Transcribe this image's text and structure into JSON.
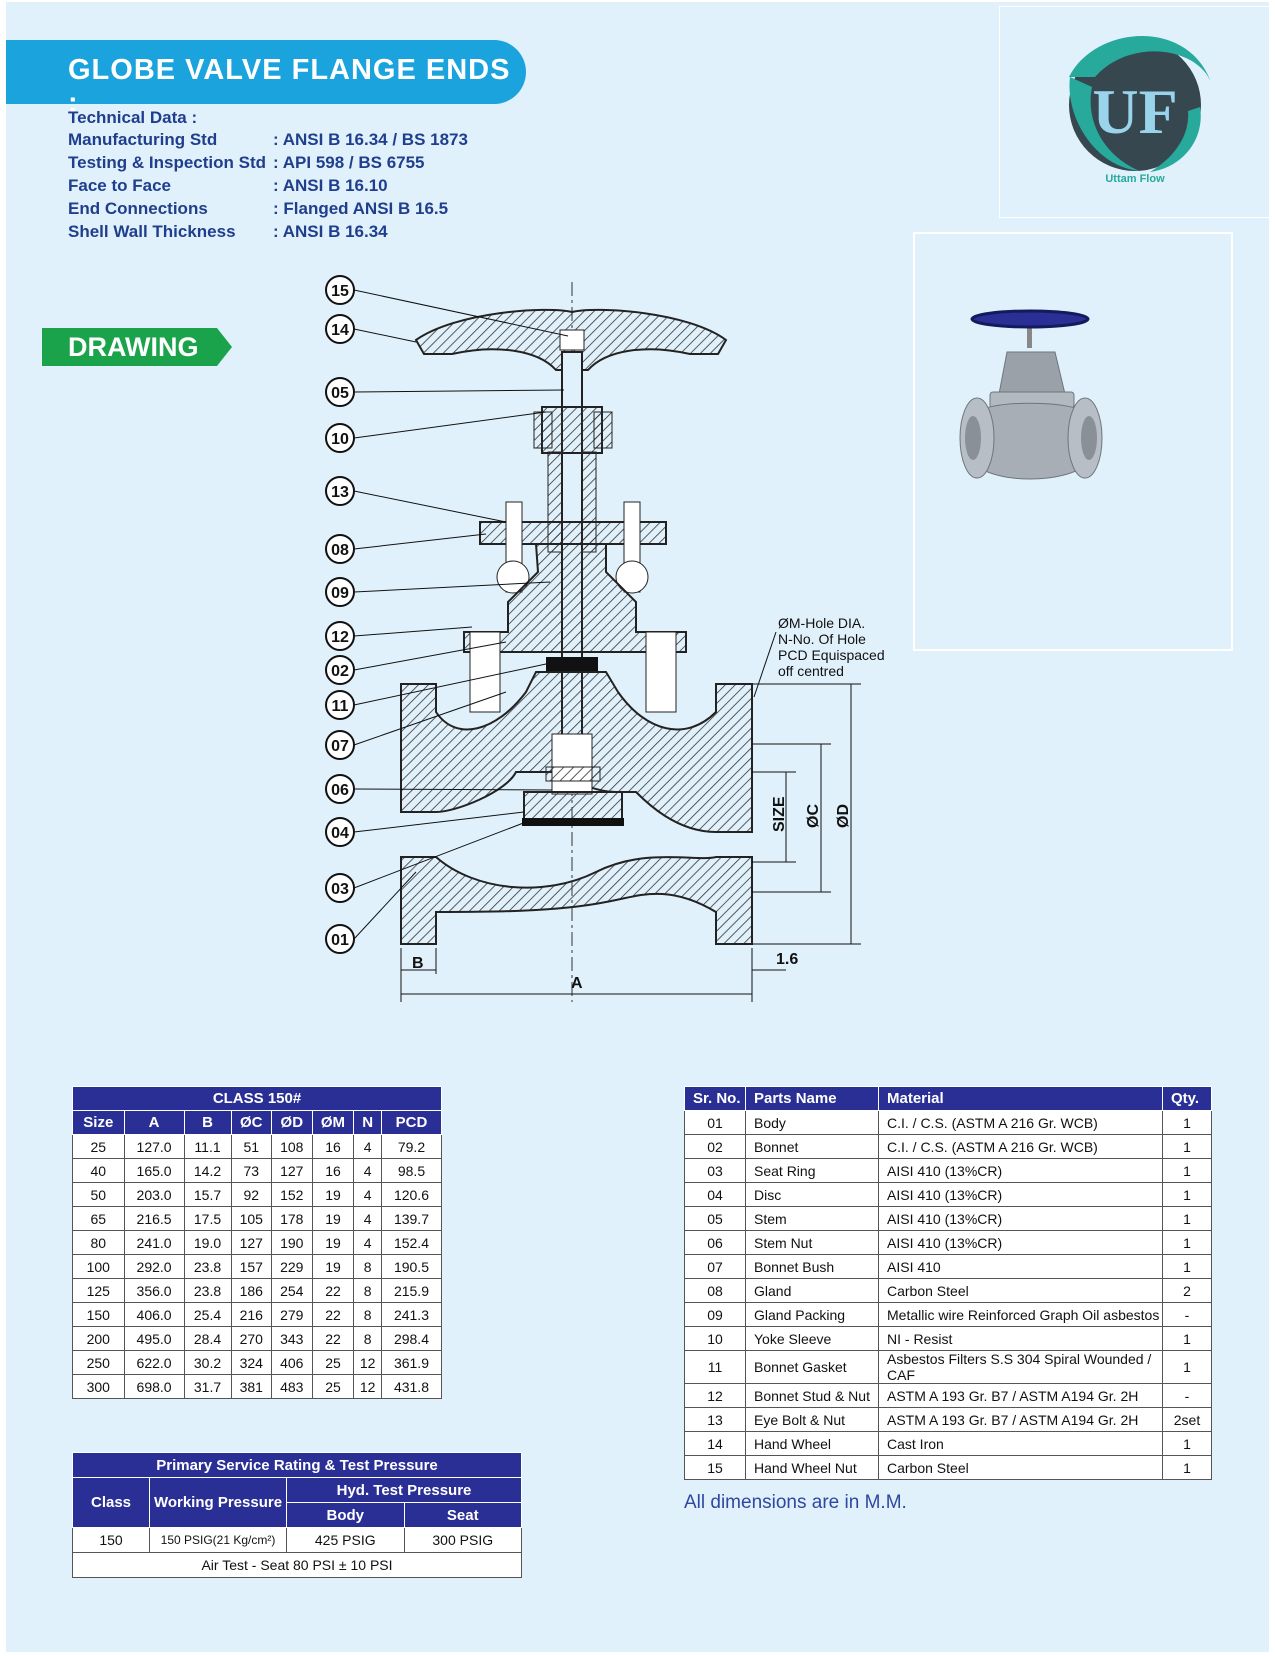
{
  "title": "GLOBE VALVE FLANGE ENDS :",
  "logo": {
    "letters": "UF",
    "caption": "Uttam Flow"
  },
  "technical_data": {
    "heading": "Technical Data :",
    "rows": [
      {
        "label": "Manufacturing Std",
        "value": ":  ANSI B 16.34 / BS 1873"
      },
      {
        "label": "Testing & Inspection Std",
        "value": ":  API 598 / BS 6755"
      },
      {
        "label": "Face to Face",
        "value": ": ANSI B 16.10"
      },
      {
        "label": "End Connections",
        "value": ": Flanged ANSI B 16.5"
      },
      {
        "label": "Shell Wall Thickness",
        "value": ": ANSI B 16.34"
      }
    ]
  },
  "drawing_label": "DRAWING",
  "drawing": {
    "callouts": [
      "15",
      "14",
      "05",
      "10",
      "13",
      "08",
      "09",
      "12",
      "02",
      "11",
      "07",
      "06",
      "04",
      "03",
      "01"
    ],
    "hole_note": [
      "ØM-Hole DIA.",
      "N-No. Of Hole",
      "PCD Equispaced",
      "off centred"
    ],
    "dim_labels": {
      "size": "SIZE",
      "c": "ØC",
      "d": "ØD",
      "b": "B",
      "a": "A",
      "raised_face": "1.6"
    }
  },
  "dimension_table": {
    "caption": "CLASS 150#",
    "headers": [
      "Size",
      "A",
      "B",
      "ØC",
      "ØD",
      "ØM",
      "N",
      "PCD"
    ],
    "rows": [
      [
        "25",
        "127.0",
        "11.1",
        "51",
        "108",
        "16",
        "4",
        "79.2"
      ],
      [
        "40",
        "165.0",
        "14.2",
        "73",
        "127",
        "16",
        "4",
        "98.5"
      ],
      [
        "50",
        "203.0",
        "15.7",
        "92",
        "152",
        "19",
        "4",
        "120.6"
      ],
      [
        "65",
        "216.5",
        "17.5",
        "105",
        "178",
        "19",
        "4",
        "139.7"
      ],
      [
        "80",
        "241.0",
        "19.0",
        "127",
        "190",
        "19",
        "4",
        "152.4"
      ],
      [
        "100",
        "292.0",
        "23.8",
        "157",
        "229",
        "19",
        "8",
        "190.5"
      ],
      [
        "125",
        "356.0",
        "23.8",
        "186",
        "254",
        "22",
        "8",
        "215.9"
      ],
      [
        "150",
        "406.0",
        "25.4",
        "216",
        "279",
        "22",
        "8",
        "241.3"
      ],
      [
        "200",
        "495.0",
        "28.4",
        "270",
        "343",
        "22",
        "8",
        "298.4"
      ],
      [
        "250",
        "622.0",
        "30.2",
        "324",
        "406",
        "25",
        "12",
        "361.9"
      ],
      [
        "300",
        "698.0",
        "31.7",
        "381",
        "483",
        "25",
        "12",
        "431.8"
      ]
    ]
  },
  "parts_table": {
    "headers": [
      "Sr. No.",
      "Parts Name",
      "Material",
      "Qty."
    ],
    "rows": [
      [
        "01",
        "Body",
        "C.I. / C.S. (ASTM A 216 Gr. WCB)",
        "1"
      ],
      [
        "02",
        "Bonnet",
        "C.I. / C.S. (ASTM A 216 Gr. WCB)",
        "1"
      ],
      [
        "03",
        "Seat Ring",
        "AISI 410 (13%CR)",
        "1"
      ],
      [
        "04",
        "Disc",
        "AISI 410 (13%CR)",
        "1"
      ],
      [
        "05",
        "Stem",
        "AISI 410 (13%CR)",
        "1"
      ],
      [
        "06",
        "Stem Nut",
        "AISI 410 (13%CR)",
        "1"
      ],
      [
        "07",
        "Bonnet Bush",
        "AISI 410",
        "1"
      ],
      [
        "08",
        "Gland",
        "Carbon Steel",
        "2"
      ],
      [
        "09",
        "Gland Packing",
        "Metallic wire Reinforced Graph Oil asbestos",
        "-"
      ],
      [
        "10",
        "Yoke Sleeve",
        "NI - Resist",
        "1"
      ],
      [
        "11",
        "Bonnet Gasket",
        "Asbestos Filters S.S 304 Spiral Wounded / CAF",
        "1"
      ],
      [
        "12",
        "Bonnet Stud & Nut",
        "ASTM A 193 Gr. B7 / ASTM A194 Gr. 2H",
        "-"
      ],
      [
        "13",
        "Eye Bolt & Nut",
        "ASTM A 193 Gr. B7 / ASTM A194 Gr. 2H",
        "2set"
      ],
      [
        "14",
        "Hand Wheel",
        "Cast Iron",
        "1"
      ],
      [
        "15",
        "Hand Wheel Nut",
        "Carbon Steel",
        "1"
      ]
    ]
  },
  "dimensions_note": "All dimensions are in M.M.",
  "pressure_table": {
    "caption": "Primary Service Rating & Test Pressure",
    "class_header": "Class",
    "working_header": "Working Pressure",
    "hyd_header": "Hyd. Test Pressure",
    "body_header": "Body",
    "seat_header": "Seat",
    "row": {
      "class": "150",
      "working": "150 PSIG(21 Kg/cm²)",
      "body": "425 PSIG",
      "seat": "300 PSIG"
    },
    "air_test": "Air Test - Seat 80 PSI ± 10 PSI"
  },
  "colors": {
    "accent_blue": "#1aa3dd",
    "table_header": "#2a2f95",
    "drawing_green": "#1aa34a",
    "logo_teal": "#27a99c",
    "logo_dark": "#37474f"
  }
}
